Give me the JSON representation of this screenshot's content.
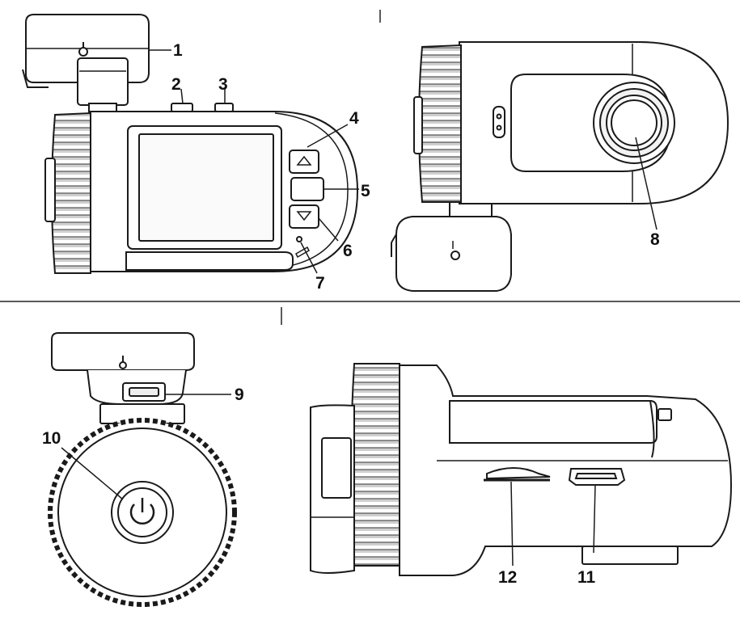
{
  "colors": {
    "stroke": "#1a1a1a",
    "fill": "#ffffff",
    "shade": "#e6e6e6",
    "dark": "#333333"
  },
  "callouts": [
    {
      "num": "1",
      "icon": "mount-head"
    },
    {
      "num": "2",
      "icon": "top-button"
    },
    {
      "num": "3",
      "icon": "top-button"
    },
    {
      "num": "4",
      "icon": "menu-button"
    },
    {
      "num": "5",
      "icon": "ok-button"
    },
    {
      "num": "6",
      "icon": "down-button"
    },
    {
      "num": "7",
      "icon": "indicator-light"
    },
    {
      "num": "8",
      "icon": "camera-lens"
    },
    {
      "num": "9",
      "icon": "usb-port"
    },
    {
      "num": "10",
      "icon": "power-icon"
    },
    {
      "num": "11",
      "icon": "hdmi-port"
    },
    {
      "num": "12",
      "icon": "sd-card-slot"
    }
  ]
}
